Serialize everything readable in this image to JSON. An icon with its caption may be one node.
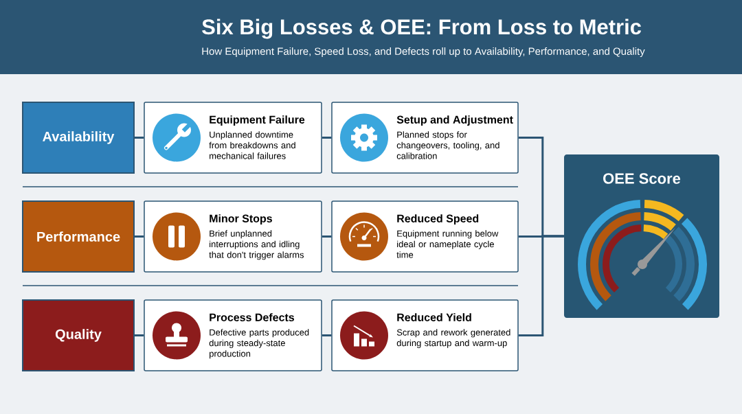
{
  "diagram": {
    "title": "Six Big Losses & OEE: From Loss to Metric",
    "caption": "How Equipment Failure, Speed Loss, and Defects roll up to Availability, Performance, and Quality",
    "nodes": [
      {
        "text": [
          "Availability"
        ]
      },
      {
        "text": [
          "Equipment Failure",
          "Unplanned downtime from breakdowns and mechanical failures"
        ]
      },
      {
        "text": [
          "Setup and Adjustment",
          "Planned stops for changeovers, tooling, and calibration"
        ]
      },
      {
        "text": [
          "Performance"
        ]
      },
      {
        "text": [
          "Minor Stops",
          "Brief unplanned interruptions and idling that don't trigger alarms"
        ]
      },
      {
        "text": [
          "Reduced Speed",
          "Equipment running below ideal or nameplate cycle time"
        ]
      },
      {
        "text": [
          "Quality"
        ]
      },
      {
        "text": [
          "Process Defects",
          "Defective parts produced during steady-state production"
        ]
      },
      {
        "text": [
          "Reduced Yield",
          "Scrap and rework generated during startup and warm-up"
        ]
      },
      {
        "text": [
          "OEE Score"
        ]
      }
    ],
    "edges": [
      {
        "from": 0,
        "to": 1,
        "arrow": "none"
      },
      {
        "from": 1,
        "to": 2,
        "arrow": "none"
      },
      {
        "from": 2,
        "to": 9,
        "arrow": "none"
      },
      {
        "from": 3,
        "to": 4,
        "arrow": "none"
      },
      {
        "from": 4,
        "to": 5,
        "arrow": "none"
      },
      {
        "from": 5,
        "to": 9,
        "arrow": "none"
      },
      {
        "from": 6,
        "to": 7,
        "arrow": "none"
      },
      {
        "from": 7,
        "to": 8,
        "arrow": "none"
      },
      {
        "from": 8,
        "to": 9,
        "arrow": "none"
      }
    ]
  }
}
